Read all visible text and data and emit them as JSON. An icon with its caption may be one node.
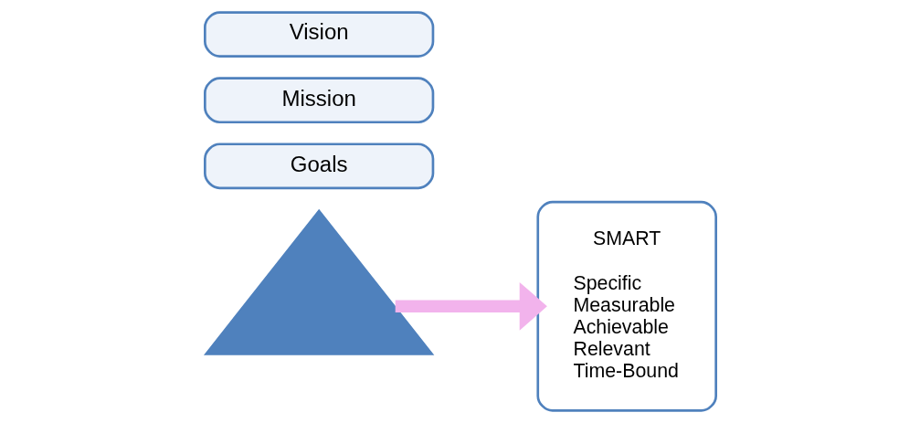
{
  "diagram": {
    "nodes": [
      {
        "text": [],
        "shape": "triangle"
      },
      {
        "text": [
          "Vision"
        ]
      },
      {
        "text": [
          "Mission"
        ]
      },
      {
        "text": [
          "Goals"
        ]
      },
      {
        "text": [
          "SMART",
          "Specific",
          "Measurable",
          "Achievable",
          "Relevant",
          "Time-Bound"
        ]
      }
    ],
    "edges": [
      {
        "from": 0,
        "to": 4,
        "arrow": "to",
        "color": "#f2b3ec"
      }
    ]
  }
}
